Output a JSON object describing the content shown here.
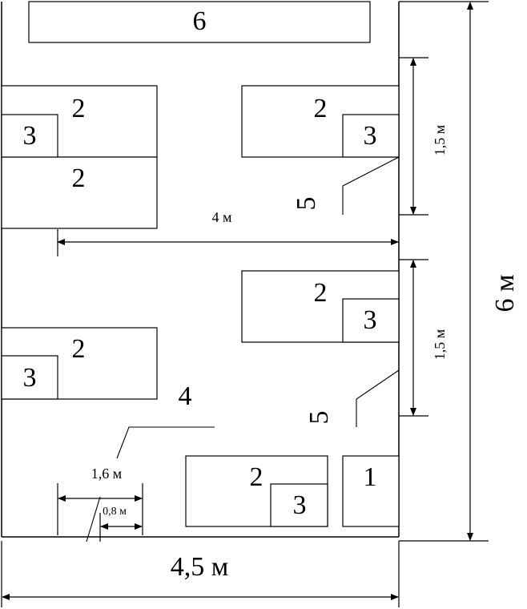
{
  "labels": {
    "door_panel": "6",
    "window": "1",
    "table": "2",
    "chair": "3",
    "aisle": "4",
    "passage": "5"
  },
  "dimensions": {
    "room_length": "6 м",
    "room_width": "4,5 м",
    "table_span": "4 м",
    "row_spacing": "1,5 м",
    "aisle_width": "1,6 м",
    "gap_width": "0,8 м"
  },
  "colors": {
    "line": "#000000",
    "background": "#ffffff"
  }
}
